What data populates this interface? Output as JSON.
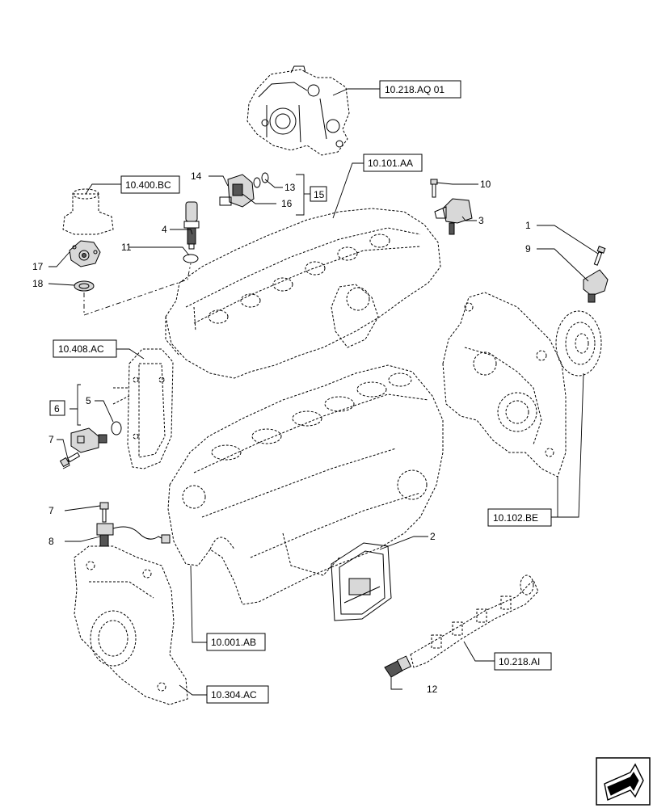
{
  "references": {
    "r1": "10.218.AQ 01",
    "r2": "10.400.BC",
    "r3": "10.101.AA",
    "r4": "10.408.AC",
    "r5": "10.102.BE",
    "r6": "10.001.AB",
    "r7": "10.218.AI",
    "r8": "10.304.AC"
  },
  "callouts": {
    "c1": "1",
    "c2": "2",
    "c3": "3",
    "c4": "4",
    "c5": "5",
    "c6": "6",
    "c7a": "7",
    "c7b": "7",
    "c8": "8",
    "c9": "9",
    "c10": "10",
    "c11": "11",
    "c12": "12",
    "c13": "13",
    "c14": "14",
    "c15": "15",
    "c16": "16",
    "c17": "17",
    "c18": "18"
  },
  "icons": {
    "nav": "arrow-nav-icon"
  }
}
